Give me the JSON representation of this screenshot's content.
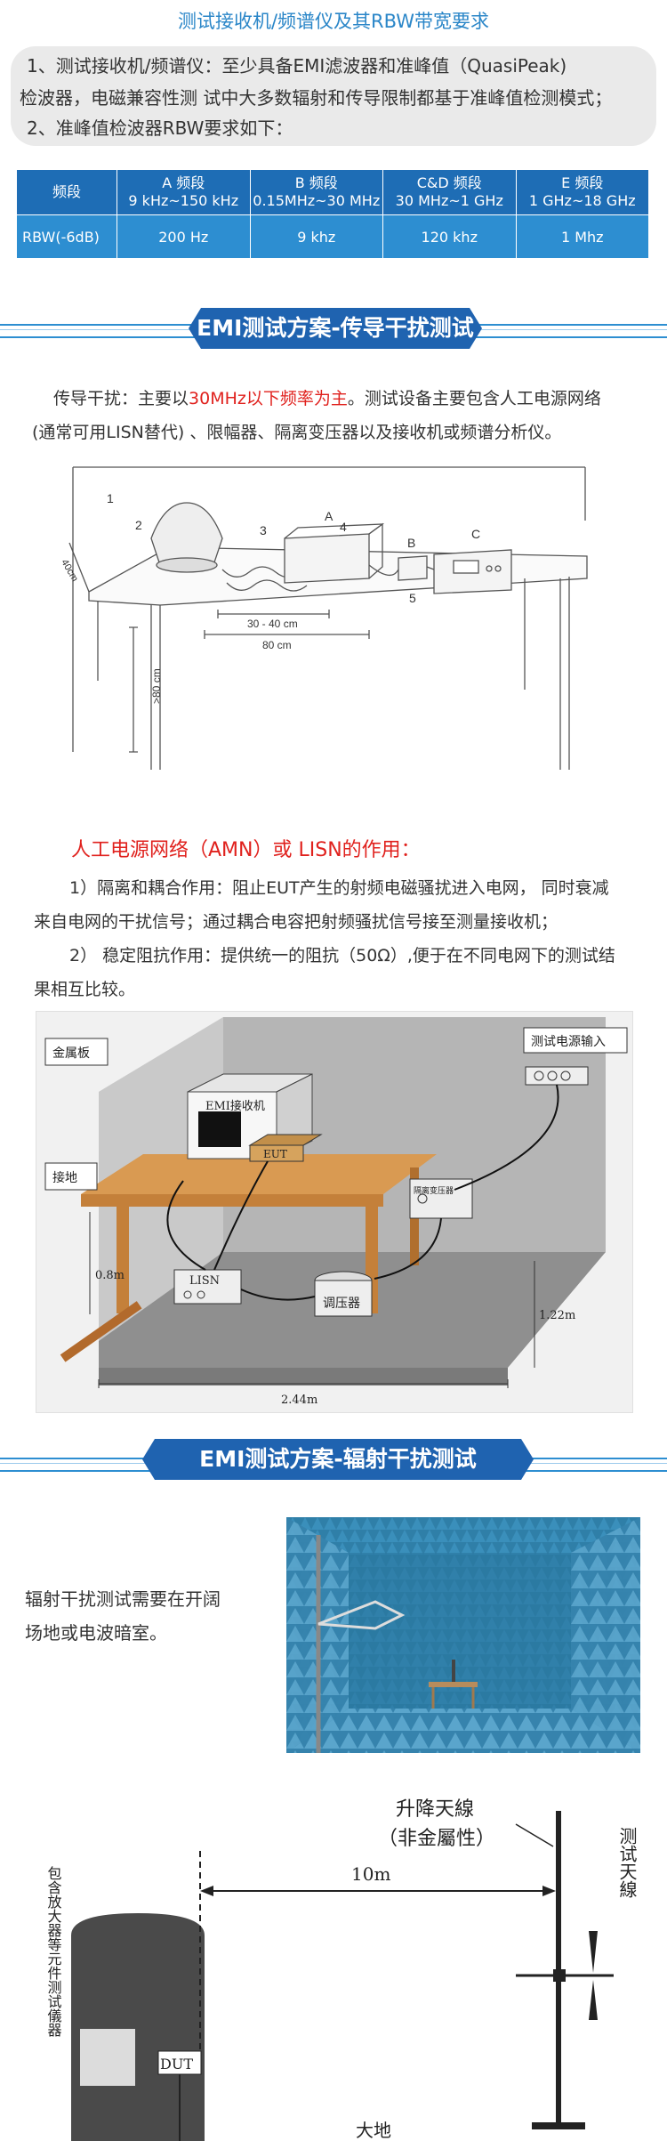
{
  "top_title": "测试接收机/频谱仪及其RBW带宽要求",
  "intro": {
    "line1": "1、测试接收机/频谱仪：至少具备EMI滤波器和准峰值（QuasiPeak)",
    "line2": "检波器，电磁兼容性测 试中大多数辐射和传导限制都基于准峰值检测模式；",
    "line3": "2、准峰值检波器RBW要求如下："
  },
  "rbw_table": {
    "headers": [
      [
        "频段",
        "频段"
      ],
      [
        "A 频段",
        "9 kHz~150 kHz"
      ],
      [
        "B 频段",
        "0.15MHz~30 MHz"
      ],
      [
        "C&D 频段",
        "30 MHz~1 GHz"
      ],
      [
        "E 频段",
        "1 GHz~18 GHz"
      ]
    ],
    "row": [
      "RBW(-6dB)",
      "200 Hz",
      "9 khz",
      "120 khz",
      "1 Mhz"
    ]
  },
  "section_conducted": {
    "title": "EMI测试方案-传导干扰测试",
    "para_prefix": "传导干扰：主要以",
    "para_highlight": "30MHz以下频率为主",
    "para_suffix": "。测试设备主要包含人工电源网络",
    "para_line2": "(通常可用LISN替代) 、限幅器、隔离变压器以及接收机或频谱分析仪。",
    "diagram1": {
      "labels": [
        "A",
        "B",
        "C",
        "1",
        "2",
        "3",
        "4",
        "5"
      ],
      "dim_30_40": "30 - 40 cm",
      "dim_80": "80 cm",
      "dim_40": "40cm",
      "dim_80v": ">80 cm"
    },
    "lisn_heading": "人工电源网络（AMN）或 LISN的作用：",
    "lisn_p1a": "1）隔离和耦合作用：阻止EUT产生的射频电磁骚扰进入电网， 同时衰减",
    "lisn_p1b": "来自电网的干扰信号；通过耦合电容把射频骚扰信号接至测量接收机；",
    "lisn_p2a": "2） 稳定阻抗作用：提供统一的阻抗（50Ω）,便于在不同电网下的测试结",
    "lisn_p2b": "果相互比较。",
    "diagram2": {
      "metal_plate": "金属板",
      "power_input": "测试电源输入",
      "emi_receiver": "EMI接收机",
      "eut": "EUT",
      "isolation_transformer": "隔离变压器",
      "ground": "接地",
      "height_08": "0.8m",
      "lisn": "LISN",
      "regulator": "调压器",
      "dim_122": "1.22m",
      "dim_244": "2.44m"
    }
  },
  "section_radiated": {
    "title": "EMI测试方案-辐射干扰测试",
    "para_line1": "辐射干扰测试需要在开阔",
    "para_line2": "场地或电波暗室。",
    "diagram3": {
      "lift_antenna": "升降天線",
      "non_metal": "（非金屬性）",
      "distance": "10m",
      "test_antenna": "测试天線",
      "instrument": "包含放大器等元件测试儀器",
      "dut": "DUT",
      "ground": "大地"
    }
  },
  "colors": {
    "accent": "#2a86c8",
    "banner": "#1f63b0",
    "highlight": "#e0211d",
    "chamber": "#2f7fa8"
  }
}
